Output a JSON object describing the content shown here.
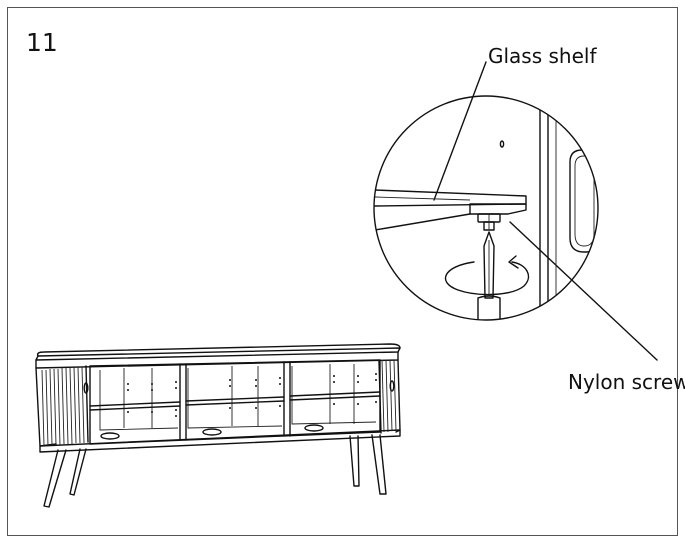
{
  "step_number": "11",
  "callouts": {
    "glass_shelf": "Glass shelf",
    "nylon_screw": "Nylon screw"
  },
  "colors": {
    "line": "#111111",
    "background": "#ffffff"
  },
  "icons": [
    "screwdriver-icon",
    "rotation-arrow-icon"
  ]
}
